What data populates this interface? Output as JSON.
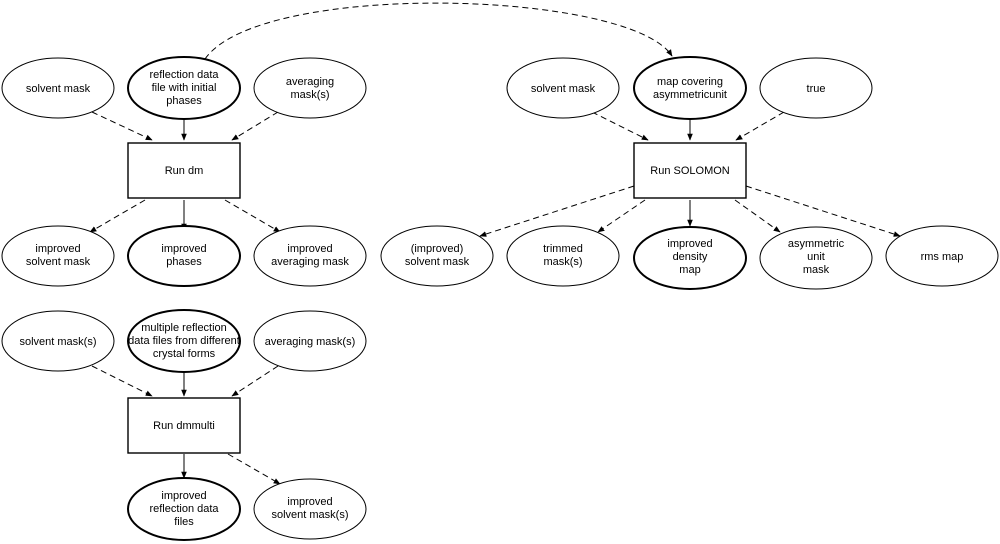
{
  "nodes": {
    "dm_solvent_mask": "solvent mask",
    "dm_reflection_data": [
      "reflection data",
      "file with initial",
      "phases"
    ],
    "dm_averaging_masks": [
      "averaging",
      "mask(s)"
    ],
    "run_dm": "Run dm",
    "dm_improved_solvent_mask": [
      "improved",
      "solvent mask"
    ],
    "dm_improved_phases": [
      "improved",
      "phases"
    ],
    "dm_improved_averaging_mask": [
      "improved",
      "averaging mask"
    ],
    "sol_solvent_mask": "solvent mask",
    "sol_map_covering": [
      "map covering",
      "asymmetricunit"
    ],
    "sol_true": "true",
    "run_solomon": "Run SOLOMON",
    "sol_improved_solvent_mask": [
      "(improved)",
      "solvent mask"
    ],
    "sol_trimmed_masks": [
      "trimmed",
      "mask(s)"
    ],
    "sol_improved_density_map": [
      "improved",
      "density",
      "map"
    ],
    "sol_asymmetric_unit_mask": [
      "asymmetric",
      "unit",
      "mask"
    ],
    "sol_rms_map": "rms map",
    "dmm_solvent_masks": "solvent mask(s)",
    "dmm_multiple_reflection": [
      "multiple reflection",
      "data files from different",
      "crystal forms"
    ],
    "dmm_averaging_masks": "averaging mask(s)",
    "run_dmmulti": "Run dmmulti",
    "dmm_improved_reflection": [
      "improved",
      "reflection data",
      "files"
    ],
    "dmm_improved_solvent_masks": [
      "improved",
      "solvent mask(s)"
    ]
  }
}
